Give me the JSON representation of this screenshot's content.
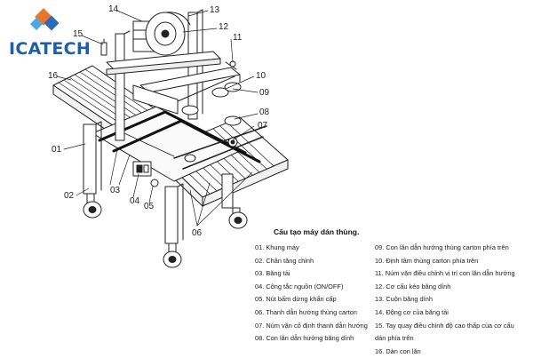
{
  "brand": {
    "name": "ICATECH"
  },
  "callouts": {
    "c01": "01",
    "c02": "02",
    "c03": "03",
    "c04": "04",
    "c05": "05",
    "c06": "06",
    "c07": "07",
    "c08": "08",
    "c09": "09",
    "c10": "10",
    "c11": "11",
    "c12": "12",
    "c13": "13",
    "c14": "14",
    "c15": "15",
    "c16": "16"
  },
  "legend": {
    "title": "Cấu tạo máy dán thùng.",
    "left": [
      "01. Khung máy",
      "02. Chân tăng chỉnh",
      "03. Băng tải",
      "04. Công tắc nguồn (ON/OFF)",
      "05. Nút bấm dừng khẩn cấp",
      "06. Thanh dẫn hướng thùng carton",
      "07.  Núm  vặn  cố  định  thanh  dẫn hướng",
      "08. Con lăn dẫn hướng băng dính"
    ],
    "right": [
      "09. Con lăn dẫn hướng thùng carton phía trên",
      "10. Định tâm thùng carton phía trên",
      "11. Núm vặn điều chỉnh vị trí con lăn dẫn hướng",
      "12. Cơ cấu kéo băng dính",
      "13. Cuộn băng dính",
      "14. Động cơ của băng tải",
      "15. Tay quay điều chỉnh độ cao thấp của cơ cấu dán phía trên",
      "16. Dàn con lăn"
    ]
  }
}
